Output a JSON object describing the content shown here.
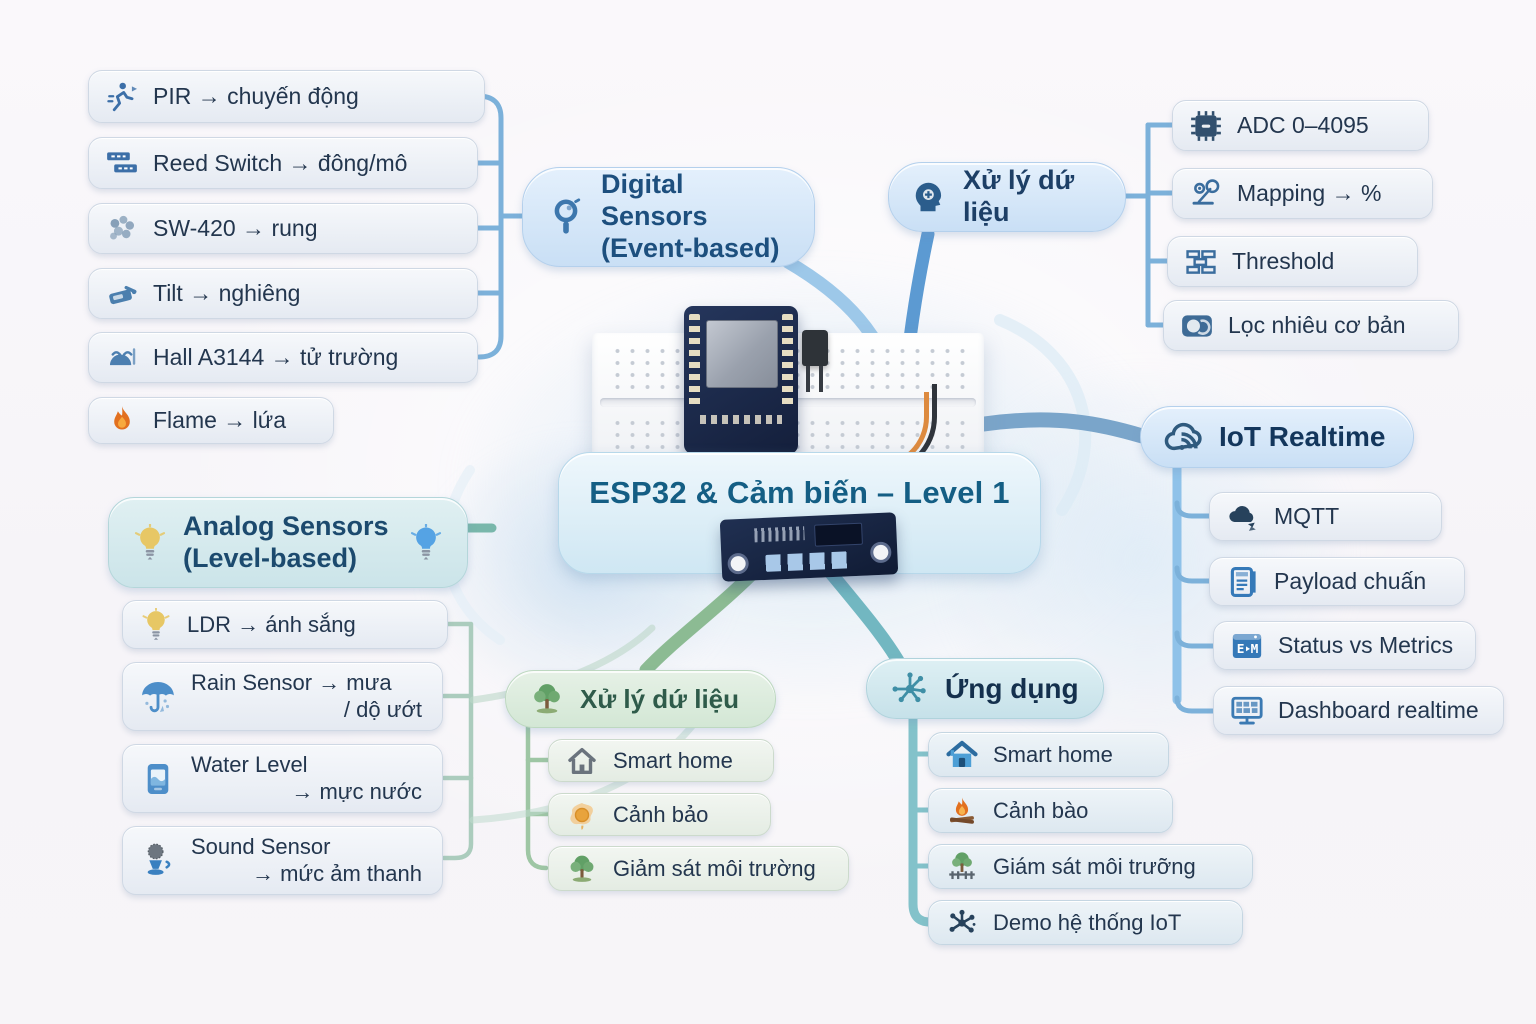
{
  "center": {
    "title": "ESP32 & Cảm biến – Level 1"
  },
  "colors": {
    "accent_blue": "#5c9ad2",
    "accent_light_blue": "#9dc8e9",
    "accent_green": "#8cbb93",
    "accent_teal": "#72b7c1",
    "text_dark": "#23364e",
    "center_title_color": "#145e84"
  },
  "branches": {
    "digital": {
      "line1": "Digital Sensors",
      "line2": "(Event-based)",
      "icon": "sensor-probe-icon",
      "items": [
        {
          "label": "PIR → chuyến động",
          "icon": "running-person-icon"
        },
        {
          "label": "Reed Switch → đông/mô",
          "icon": "reed-switch-icon"
        },
        {
          "label": "SW-420 → rung",
          "icon": "vibration-cluster-icon"
        },
        {
          "label": "Tilt → nghiêng",
          "icon": "tilt-device-icon"
        },
        {
          "label": "Hall A3144 → tử trường",
          "icon": "magnet-field-icon"
        },
        {
          "label": "Flame → lứa",
          "icon": "flame-icon"
        }
      ]
    },
    "processing_top": {
      "label": "Xử lý dứ liệu",
      "icon": "data-head-icon",
      "items": [
        {
          "label": "ADC 0–4095",
          "icon": "chip-icon"
        },
        {
          "label": "Mapping → %",
          "icon": "mapping-gauge-icon"
        },
        {
          "label": "Threshold",
          "icon": "brick-wall-icon"
        },
        {
          "label": "Lọc nhiêu cơ bản",
          "icon": "filter-lens-icon"
        }
      ]
    },
    "iot": {
      "label": "IoT Realtime",
      "icon": "cloud-wifi-icon",
      "items": [
        {
          "label": "MQTT",
          "icon": "cloud-sync-icon"
        },
        {
          "label": "Payload chuấn",
          "icon": "document-icon"
        },
        {
          "label": "Status vs Metrics",
          "icon": "status-window-icon"
        },
        {
          "label": "Dashboard realtime",
          "icon": "dashboard-monitor-icon"
        }
      ]
    },
    "analog": {
      "line1": "Analog Sensors",
      "line2": "(Level-based)",
      "icon_left": "bulb-yellow-icon",
      "icon_right": "bulb-blue-icon",
      "items": [
        {
          "label": "LDR → ánh sắng",
          "icon": "bulb-yellow-icon"
        },
        {
          "line1": "Rain Sensor → mưa",
          "line2": "/ dộ ướt",
          "icon": "rain-umbrella-icon"
        },
        {
          "line1": "Water Level",
          "line2": "→ mực nước",
          "icon": "water-level-icon"
        },
        {
          "line1": "Sound Sensor",
          "line2": "→ mức ảm thanh",
          "icon": "microphone-icon"
        }
      ]
    },
    "processing_bottom": {
      "label": "Xử lý dứ liệu",
      "icon": "tree-icon",
      "items": [
        {
          "label": "Smart home",
          "icon": "house-outline-icon"
        },
        {
          "label": "Cảnh bảo",
          "icon": "sun-alert-icon"
        },
        {
          "label": "Giảm sát môi trường",
          "icon": "tree-icon"
        }
      ]
    },
    "applications": {
      "label": "Ứng dụng",
      "icon": "network-hub-icon",
      "items": [
        {
          "label": "Smart home",
          "icon": "house-blue-icon"
        },
        {
          "label": "Cảnh bào",
          "icon": "campfire-icon"
        },
        {
          "label": "Giám sát môi trưỡng",
          "icon": "tree-fence-icon"
        },
        {
          "label": "Demo hệ thống IoT",
          "icon": "network-nodes-icon"
        }
      ]
    }
  }
}
